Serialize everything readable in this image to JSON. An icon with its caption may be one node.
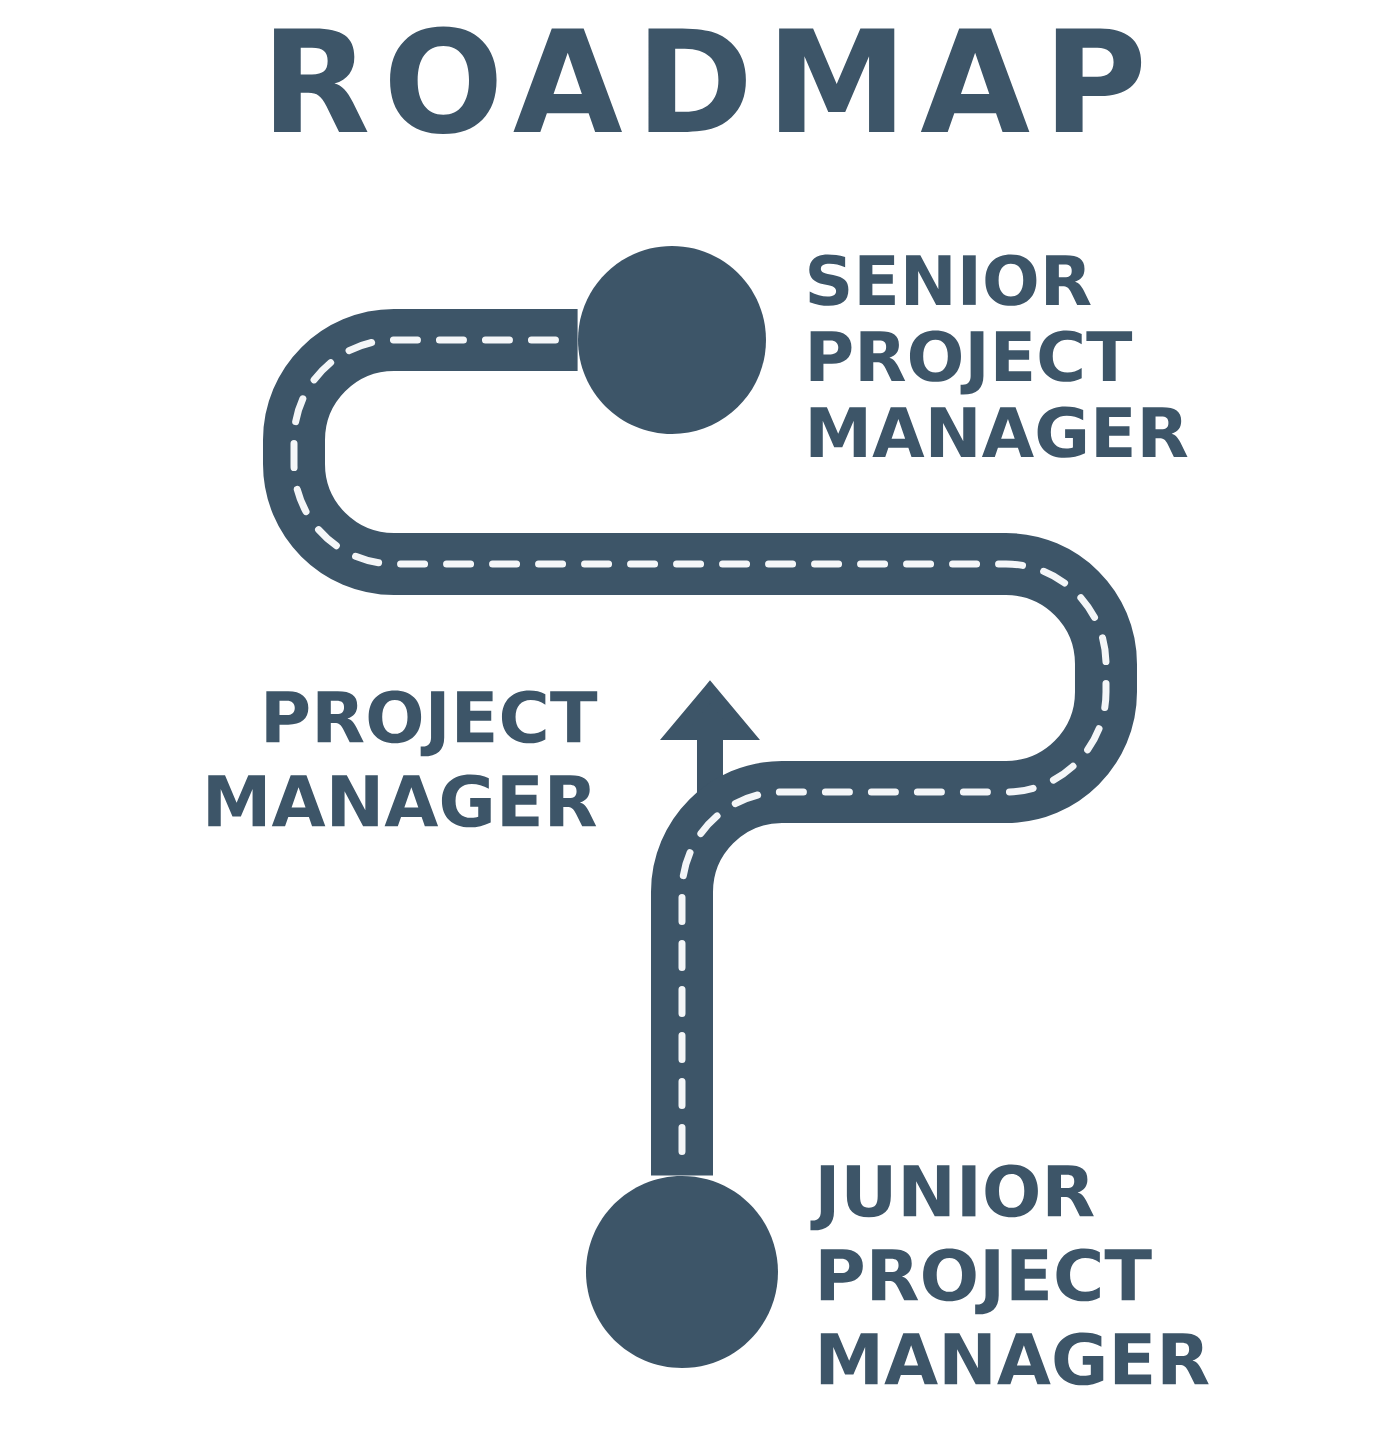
{
  "diagram": {
    "title": "ROADMAP",
    "nodes": [
      {
        "text": [],
        "shape": "circle",
        "beside": [
          "SENIOR PROJECT MANAGER"
        ]
      },
      {
        "text": [],
        "shape": "circle",
        "beside": [
          "JUNIOR PROJECT MANAGER"
        ]
      }
    ],
    "edges": [
      {
        "from": 1,
        "to": 0,
        "arrow": "none"
      }
    ],
    "labels": [
      "PROJECT MANAGER"
    ]
  }
}
